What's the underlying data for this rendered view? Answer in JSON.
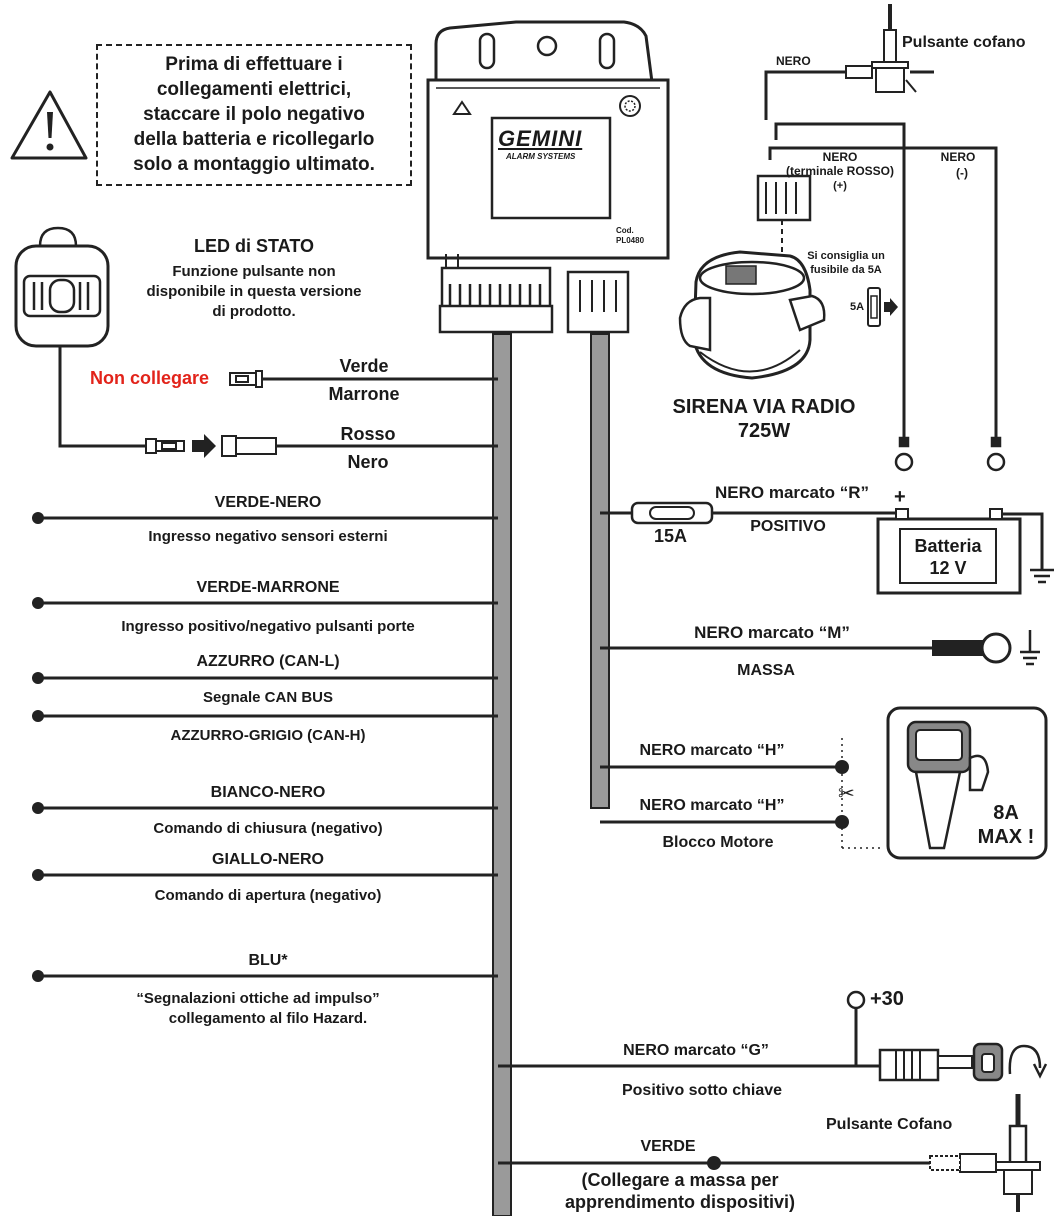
{
  "warning": {
    "text_lines": [
      "Prima di effettuare i",
      "collegamenti elettrici,",
      "staccare il polo negativo",
      "della batteria e ricollegarlo",
      "solo a montaggio ultimato."
    ]
  },
  "control_unit": {
    "brand": "GEMINI",
    "brand_sub": "ALARM SYSTEMS",
    "code_label": "Cod.",
    "code_value": "PL0480"
  },
  "led": {
    "title": "LED di STATO",
    "note_lines": [
      "Funzione pulsante non",
      "disponibile in questa versione",
      "di prodotto."
    ]
  },
  "left_wires": {
    "non_collegare": "Non collegare",
    "verde": "Verde",
    "marrone": "Marrone",
    "rosso": "Rosso",
    "nero": "Nero",
    "verde_nero": "VERDE-NERO",
    "ingresso_negativo": "Ingresso negativo sensori esterni",
    "verde_marrone": "VERDE-MARRONE",
    "ingresso_positivo": "Ingresso positivo/negativo pulsanti porte",
    "azzurro_can_l": "AZZURRO (CAN-L)",
    "segnale_can": "Segnale CAN BUS",
    "azzurro_grigio": "AZZURRO-GRIGIO (CAN-H)",
    "bianco_nero": "BIANCO-NERO",
    "comando_chiusura": "Comando di chiusura (negativo)",
    "giallo_nero": "GIALLO-NERO",
    "comando_apertura": "Comando di apertura (negativo)",
    "blu": "BLU*",
    "segnalazioni_1": "“Segnalazioni ottiche ad impulso”",
    "segnalazioni_2": "collegamento al filo Hazard."
  },
  "siren": {
    "pulsante_cofano_top": "Pulsante cofano",
    "nero_top": "NERO",
    "nero_rosso_1": "NERO",
    "nero_rosso_2": "(terminale ROSSO)",
    "nero_rosso_3": "(+)",
    "nero_neg_1": "NERO",
    "nero_neg_2": "(-)",
    "fuse_note_1": "Si consiglia un",
    "fuse_note_2": "fusibile da 5A",
    "fuse_5a": "5A",
    "title_1": "SIRENA VIA RADIO",
    "title_2": "725W"
  },
  "right_wires": {
    "nero_r": "NERO marcato “R”",
    "fuse_15a": "15A",
    "positivo": "POSITIVO",
    "plus": "+",
    "batteria": "Batteria",
    "batteria_v": "12 V",
    "nero_m": "NERO marcato “M”",
    "massa": "MASSA",
    "nero_h1": "NERO marcato “H”",
    "nero_h2": "NERO marcato “H”",
    "blocco": "Blocco Motore",
    "relay_8a": "8A",
    "relay_max": "MAX !",
    "plus30": "+30",
    "nero_g": "NERO marcato “G”",
    "positivo_chiave": "Positivo sotto chiave",
    "pulsante_cofano_bottom": "Pulsante Cofano",
    "verde": "VERDE",
    "collegare_1": "(Collegare a massa per",
    "collegare_2": "apprendimento dispositivi)"
  }
}
